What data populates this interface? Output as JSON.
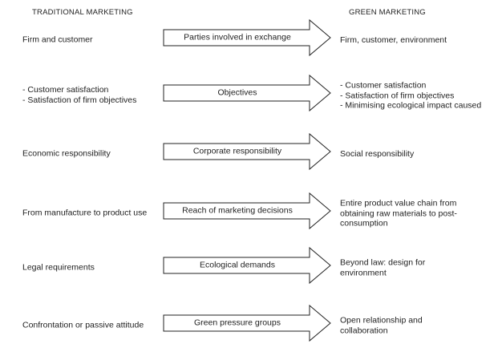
{
  "headers": {
    "left": "TRADITIONAL MARKETING",
    "right": "GREEN MARKETING"
  },
  "rows": [
    {
      "left": [
        "Firm and customer"
      ],
      "arrow": "Parties involved in exchange",
      "right": [
        "Firm, customer, environment"
      ]
    },
    {
      "left": [
        "- Customer satisfaction",
        "- Satisfaction of firm objectives"
      ],
      "arrow": "Objectives",
      "right": [
        "- Customer satisfaction",
        "- Satisfaction of firm objectives",
        "- Minimising ecological impact caused"
      ]
    },
    {
      "left": [
        "Economic responsibility"
      ],
      "arrow": "Corporate responsibility",
      "right": [
        "Social responsibility"
      ]
    },
    {
      "left": [
        "From manufacture to product use"
      ],
      "arrow": "Reach of marketing decisions",
      "right": [
        "Entire product value chain from",
        "obtaining raw materials to post-",
        "consumption"
      ]
    },
    {
      "left": [
        "Legal requirements"
      ],
      "arrow": "Ecological demands",
      "right": [
        "Beyond law: design for",
        "environment"
      ]
    },
    {
      "left": [
        "Confrontation or passive attitude"
      ],
      "arrow": "Green pressure groups",
      "right": [
        "Open relationship and",
        "collaboration"
      ]
    }
  ]
}
